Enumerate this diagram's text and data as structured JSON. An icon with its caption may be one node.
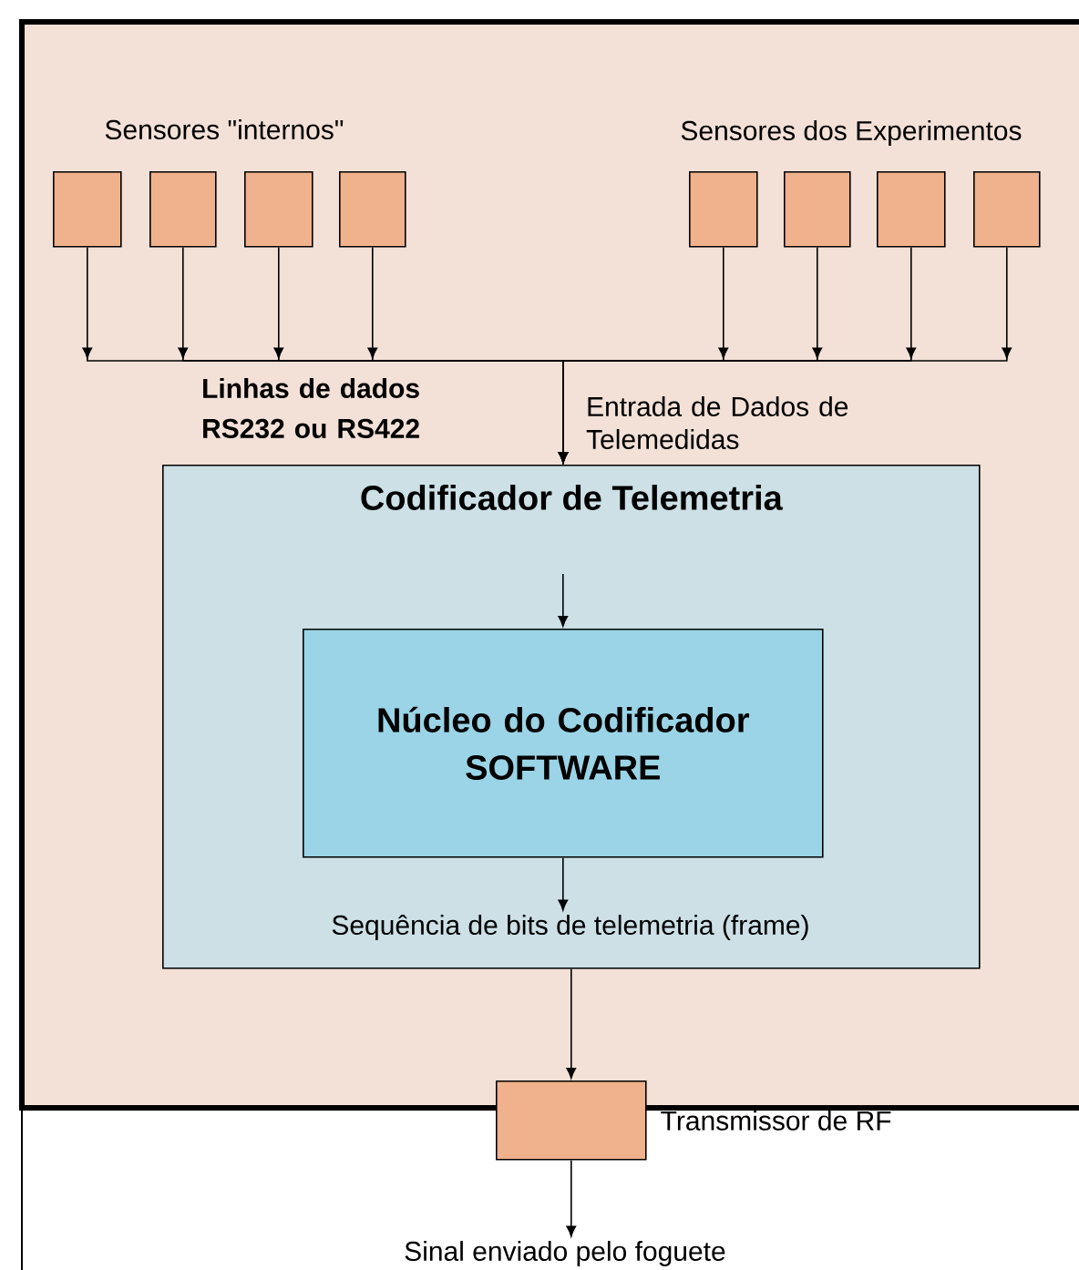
{
  "diagram": {
    "nodes": [
      {
        "text": [],
        "shape": "box"
      },
      {
        "text": [],
        "shape": "box",
        "in": 0
      },
      {
        "text": [],
        "shape": "box",
        "in": 0
      },
      {
        "text": [],
        "shape": "box",
        "in": 0
      },
      {
        "text": [],
        "shape": "box",
        "in": 0
      },
      {
        "text": [],
        "shape": "box",
        "in": 0
      },
      {
        "text": [],
        "shape": "box",
        "in": 0
      },
      {
        "text": [],
        "shape": "box",
        "in": 0
      },
      {
        "text": [],
        "shape": "box",
        "in": 0
      },
      {
        "text": [
          "Codificador de Telemetria"
        ],
        "in": 0
      },
      {
        "text": [
          "Núcleo do Codificador SOFTWARE"
        ],
        "in": 9
      },
      {
        "text": [
          "Sequência de bits de telemetria (frame)"
        ],
        "in": 9
      },
      {
        "text": [],
        "shape": "box",
        "beside": [
          "Transmissor de RF"
        ]
      },
      {
        "text": [
          "Sinal enviado pelo foguete"
        ]
      }
    ],
    "edges": [
      {
        "from": 1,
        "to": 9,
        "arrow": "to"
      },
      {
        "from": 2,
        "to": 9,
        "arrow": "to"
      },
      {
        "from": 3,
        "to": 9,
        "arrow": "to"
      },
      {
        "from": 4,
        "to": 9,
        "arrow": "to"
      },
      {
        "from": 5,
        "to": 9,
        "arrow": "to"
      },
      {
        "from": 6,
        "to": 9,
        "arrow": "to"
      },
      {
        "from": 7,
        "to": 9,
        "arrow": "to"
      },
      {
        "from": 8,
        "to": 9,
        "arrow": "to"
      },
      {
        "from": null,
        "to": 10,
        "arrow": "to"
      },
      {
        "from": 10,
        "to": 11,
        "arrow": "to"
      },
      {
        "from": 9,
        "to": 12,
        "arrow": "to"
      },
      {
        "from": 12,
        "to": 13,
        "arrow": "to"
      }
    ],
    "labels": [
      "Sensores \"internos\"",
      "Sensores dos Experimentos",
      "Linhas de dados RS232 ou RS422",
      "Entrada de Dados de Telemedidas"
    ]
  }
}
